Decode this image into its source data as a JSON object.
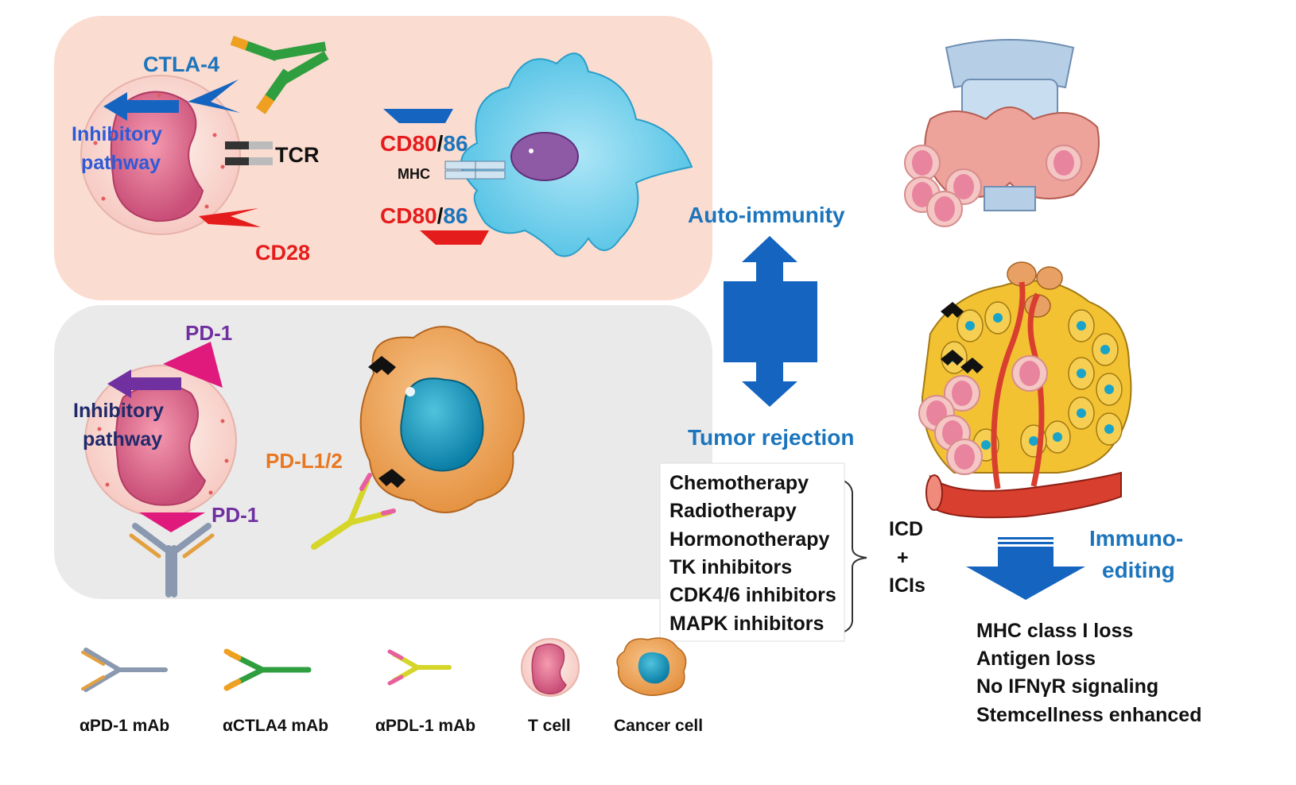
{
  "colors": {
    "top_panel": "#fbdcd0",
    "bottom_panel": "#eaeaea",
    "blue_label": "#1c75bc",
    "red_label": "#e51c1c",
    "purple_label": "#7030a0",
    "dark_navy": "#1f2a6b",
    "orange_label": "#e87722",
    "arrow_blue": "#1565c0"
  },
  "top_panel": {
    "ctla4": "CTLA-4",
    "inhibitory1": "Inhibitory",
    "pathway1": "pathway",
    "tcr": "TCR",
    "cd28": "CD28",
    "cd80_a_red": "CD80",
    "cd80_a_slash": "/",
    "cd80_a_blue": "86",
    "mhc": "MHC",
    "cd80_b_red": "CD80",
    "cd80_b_slash": "/",
    "cd80_b_blue": "86"
  },
  "bottom_panel": {
    "pd1_top": "PD-1",
    "inhibitory2": "Inhibitory",
    "pathway2": "pathway",
    "pd1_bottom": "PD-1",
    "pdl12": "PD-L1/2"
  },
  "center": {
    "auto_immunity": "Auto-immunity",
    "tumor_rejection": "Tumor rejection",
    "therapies": [
      "Chemotherapy",
      "Radiotherapy",
      "Hormonotherapy",
      "TK inhibitors",
      "CDK4/6 inhibitors",
      "MAPK inhibitors"
    ],
    "icd": "ICD",
    "plus": "+",
    "icis": "ICIs"
  },
  "right": {
    "immuno": "Immuno-",
    "editing": "editing",
    "outcomes": [
      "MHC class I loss",
      "Antigen loss",
      "No IFNγR signaling",
      "Stemcellness enhanced"
    ]
  },
  "legend": [
    "αPD-1 mAb",
    "αCTLA4 mAb",
    "αPDL-1 mAb",
    "T cell",
    "Cancer cell"
  ]
}
